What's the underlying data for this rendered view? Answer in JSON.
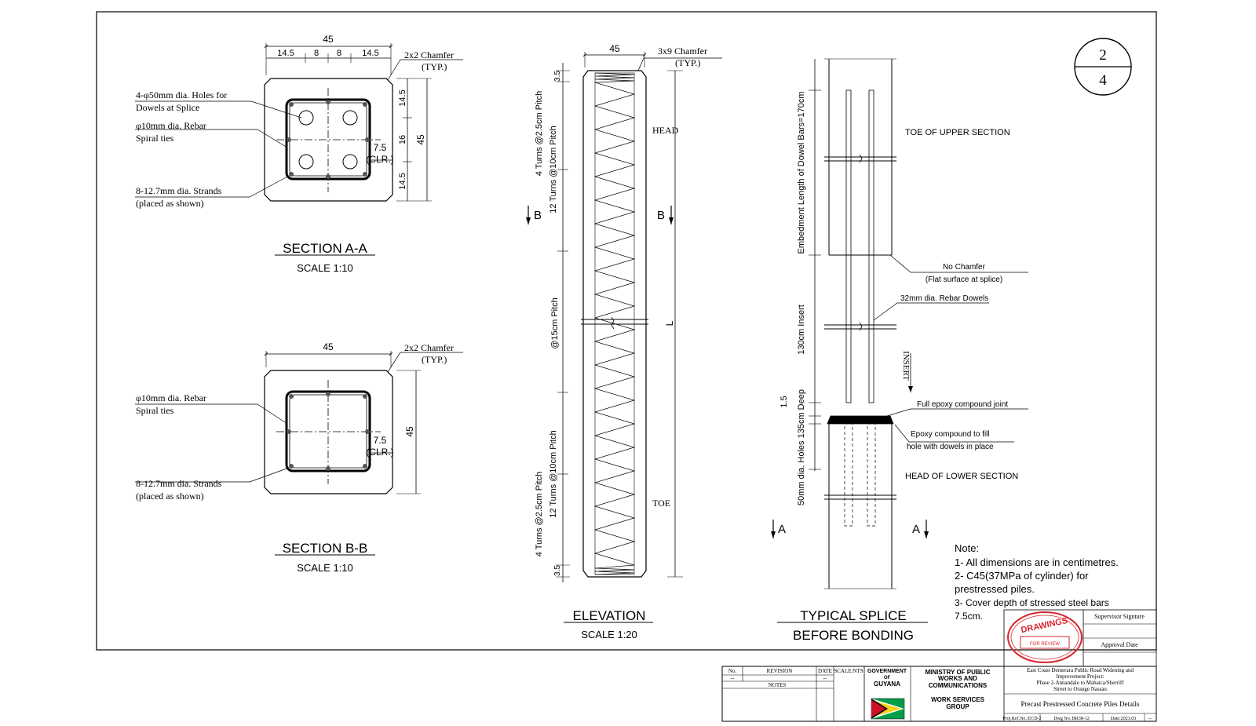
{
  "sheet": {
    "number_top": "2",
    "number_bottom": "4"
  },
  "section_aa": {
    "top_dim": "45",
    "sub_dims": [
      "14.5",
      "8",
      "8",
      "14.5"
    ],
    "right_dims": [
      "14.5",
      "16",
      "14.5"
    ],
    "right_total": "45",
    "clr_value": "7.5",
    "clr_label": "(CLR.)",
    "chamfer": [
      "2x2 Chamfer",
      "(TYP.)"
    ],
    "note_holes": [
      "4-φ50mm dia. Holes for",
      "Dowels at Splice"
    ],
    "note_rebar": [
      "φ10mm dia. Rebar",
      "Spiral ties"
    ],
    "note_strands": [
      "8-12.7mm dia. Strands",
      "(placed as shown)"
    ],
    "title": "SECTION A-A",
    "scale": "SCALE 1:10"
  },
  "section_bb": {
    "top_dim": "45",
    "right_total": "45",
    "clr_value": "7.5",
    "clr_label": "(CLR.)",
    "chamfer": [
      "2x2 Chamfer",
      "(TYP.)"
    ],
    "note_rebar": [
      "φ10mm dia. Rebar",
      "Spiral ties"
    ],
    "note_strands": [
      "8-12.7mm dia. Strands",
      "(placed as shown)"
    ],
    "title": "SECTION B-B",
    "scale": "SCALE 1:10"
  },
  "elevation": {
    "top_dim": "45",
    "chamfer": [
      "3x9 Chamfer",
      "(TYP.)"
    ],
    "dim_top": "3.5",
    "dim_bottom": "3.5",
    "pitch_labels": [
      "4 Turns @2.5cm Pitch",
      "12 Turns @10cm Pitch",
      "@15cm Pitch",
      "12 Turns @10cm Pitch",
      "4 Turns @2.5cm Pitch"
    ],
    "head_label": "HEAD",
    "toe_label": "TOE",
    "length_label": "L",
    "cut_label": "B",
    "title": "ELEVATION",
    "scale": "SCALE 1:20"
  },
  "splice": {
    "embed_label": "Embedment Length of Dowel Bars=170cm",
    "insert_label": "130cm Insert",
    "holes_label": "50mm dia. Holes 135cm Deep",
    "dim_gap": "1.5",
    "toe_upper": "TOE OF UPPER SECTION",
    "no_chamfer": "No Chamfer",
    "flat_surface": "(Flat surface at splice)",
    "rebar_dowels": "32mm dia. Rebar Dowels",
    "insert_arrow": "INSERT",
    "epoxy_joint": "Full epoxy compound joint",
    "epoxy_fill": [
      "Epoxy compound to fill",
      "hole with dowels in place"
    ],
    "head_lower": "HEAD OF LOWER SECTION",
    "cut_label": "A",
    "title_line1": "TYPICAL SPLICE",
    "title_line2": "BEFORE BONDING"
  },
  "notes": {
    "heading": "Note:",
    "lines": [
      "1- All dimensions are in centimetres.",
      "2- C45(37MPa of cylinder) for",
      "prestressed piles.",
      "3- Cover depth of stressed steel bars",
      "7.5cm."
    ]
  },
  "stamp": {
    "top": "DRAWINGS",
    "bottom": "FOR REVIEW"
  },
  "approval": {
    "supervisor": "Supervisor Signture",
    "approval_date": "Approval Date"
  },
  "title_block": {
    "no": "No.",
    "revision": "REVISION",
    "date": "DATE",
    "scale": "SCALE:NTS",
    "notes": "NOTES",
    "gov_line1": "GOVERNMENT",
    "gov_line2": "OF",
    "gov_line3": "GUYANA",
    "ministry": [
      "MINISTRY OF PUBLIC",
      "WORKS AND",
      "COMMUNICATIONS"
    ],
    "group": [
      "WORK SERVICES",
      "GROUP"
    ],
    "project": [
      "East Coast Demerara Public Road Widening and",
      "Improvement Project:",
      "Phase 2-Annandale to Mahaica/Sherriff",
      "Street to Orange Nassau"
    ],
    "drawing_title": "Precast Prestressed Concrete Piles Details",
    "proj_ref": "Proj.Ref.No.:ECD-2",
    "dwg_no": "Dwg No. BR38-12",
    "date_val": "Date:2023.03",
    "dash": "--"
  },
  "colors": {
    "line": "#000000",
    "stamp": "#d8262d",
    "flag_green": "#009e49",
    "flag_yellow": "#fcd116",
    "flag_red": "#ce1126"
  }
}
